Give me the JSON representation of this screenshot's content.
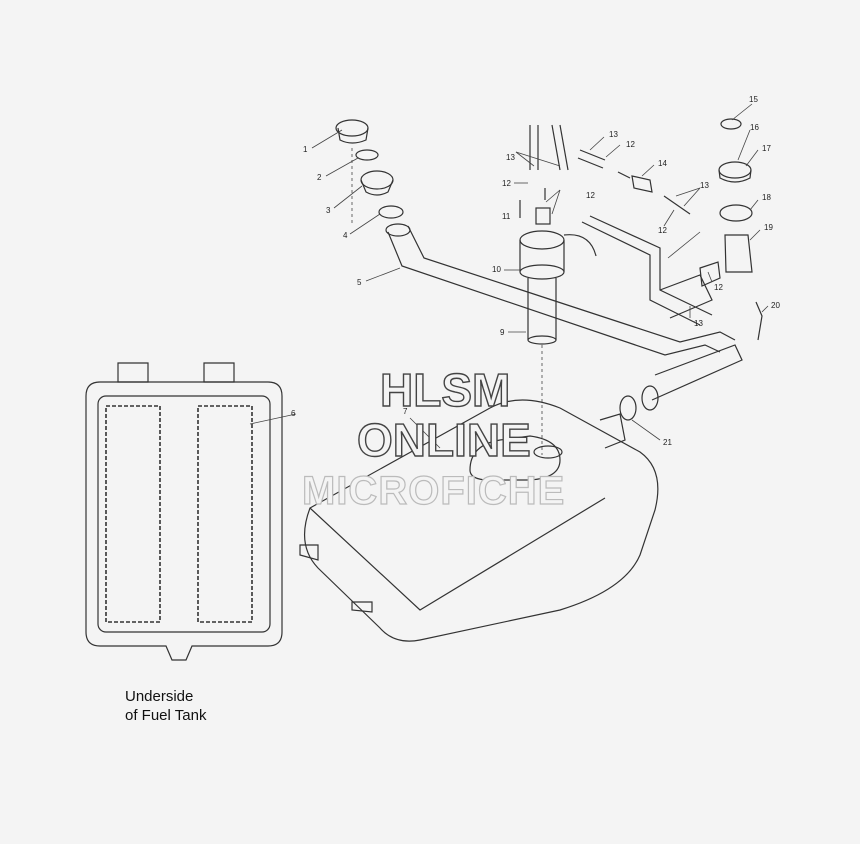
{
  "watermark": {
    "line1": "HLSM",
    "line2": "ONLINE",
    "line3": "MICROFICHE"
  },
  "caption": {
    "line1": "Underside",
    "line2": "of Fuel Tank"
  },
  "callouts": {
    "c1": "1",
    "c2": "2",
    "c3": "3",
    "c4": "4",
    "c5": "5",
    "c6": "6",
    "c7": "7",
    "c9": "9",
    "c10": "10",
    "c11": "11",
    "c12a": "12",
    "c12b": "12",
    "c12c": "12",
    "c12d": "12",
    "c12e": "12",
    "c13a": "13",
    "c13b": "13",
    "c13c": "13",
    "c13d": "13",
    "c14": "14",
    "c15": "15",
    "c16": "16",
    "c17": "17",
    "c18": "18",
    "c19": "19",
    "c20": "20",
    "c21": "21"
  },
  "colors": {
    "background": "#f4f4f4",
    "line": "#333333"
  }
}
